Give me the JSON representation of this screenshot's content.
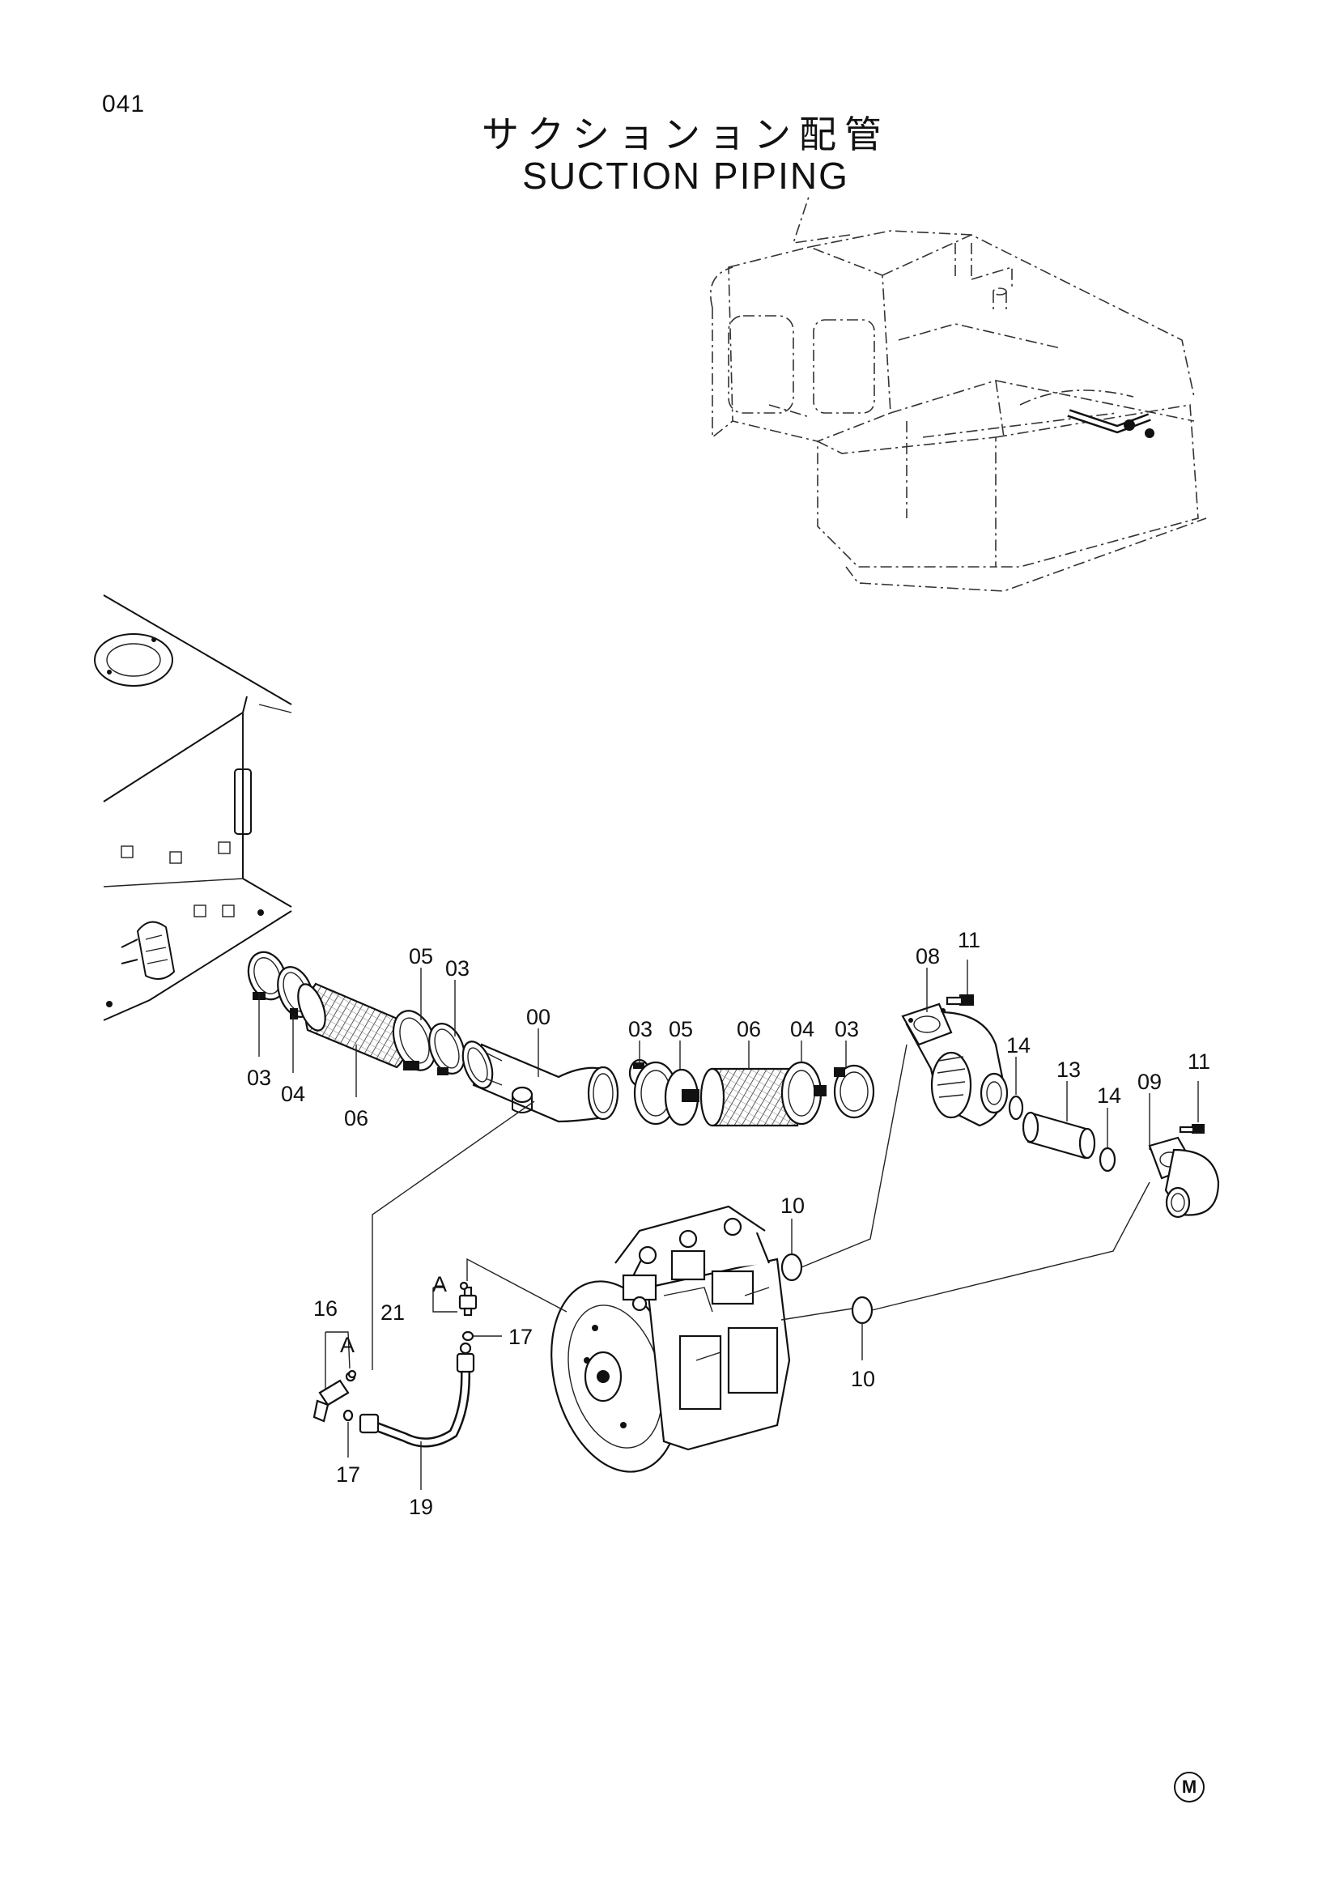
{
  "page": {
    "number": "041",
    "title_jp": "サクションョン配管",
    "title_en": "SUCTION PIPING",
    "mark": "M"
  },
  "callouts": [
    {
      "key": "c03a",
      "text": "03"
    },
    {
      "key": "c04a",
      "text": "04"
    },
    {
      "key": "c06a",
      "text": "06"
    },
    {
      "key": "c05a",
      "text": "05"
    },
    {
      "key": "c03b",
      "text": "03"
    },
    {
      "key": "c00",
      "text": "00"
    },
    {
      "key": "c03c",
      "text": "03"
    },
    {
      "key": "c05b",
      "text": "05"
    },
    {
      "key": "c06b",
      "text": "06"
    },
    {
      "key": "c04b",
      "text": "04"
    },
    {
      "key": "c03d",
      "text": "03"
    },
    {
      "key": "c08",
      "text": "08"
    },
    {
      "key": "c11a",
      "text": "11"
    },
    {
      "key": "c14a",
      "text": "14"
    },
    {
      "key": "c13",
      "text": "13"
    },
    {
      "key": "c14b",
      "text": "14"
    },
    {
      "key": "c09",
      "text": "09"
    },
    {
      "key": "c11b",
      "text": "11"
    },
    {
      "key": "c10a",
      "text": "10"
    },
    {
      "key": "c10b",
      "text": "10"
    },
    {
      "key": "c16",
      "text": "16"
    },
    {
      "key": "cA1",
      "text": "A"
    },
    {
      "key": "c21",
      "text": "21"
    },
    {
      "key": "cA2",
      "text": "A"
    },
    {
      "key": "c17a",
      "text": "17"
    },
    {
      "key": "c17b",
      "text": "17"
    },
    {
      "key": "c19",
      "text": "19"
    }
  ]
}
